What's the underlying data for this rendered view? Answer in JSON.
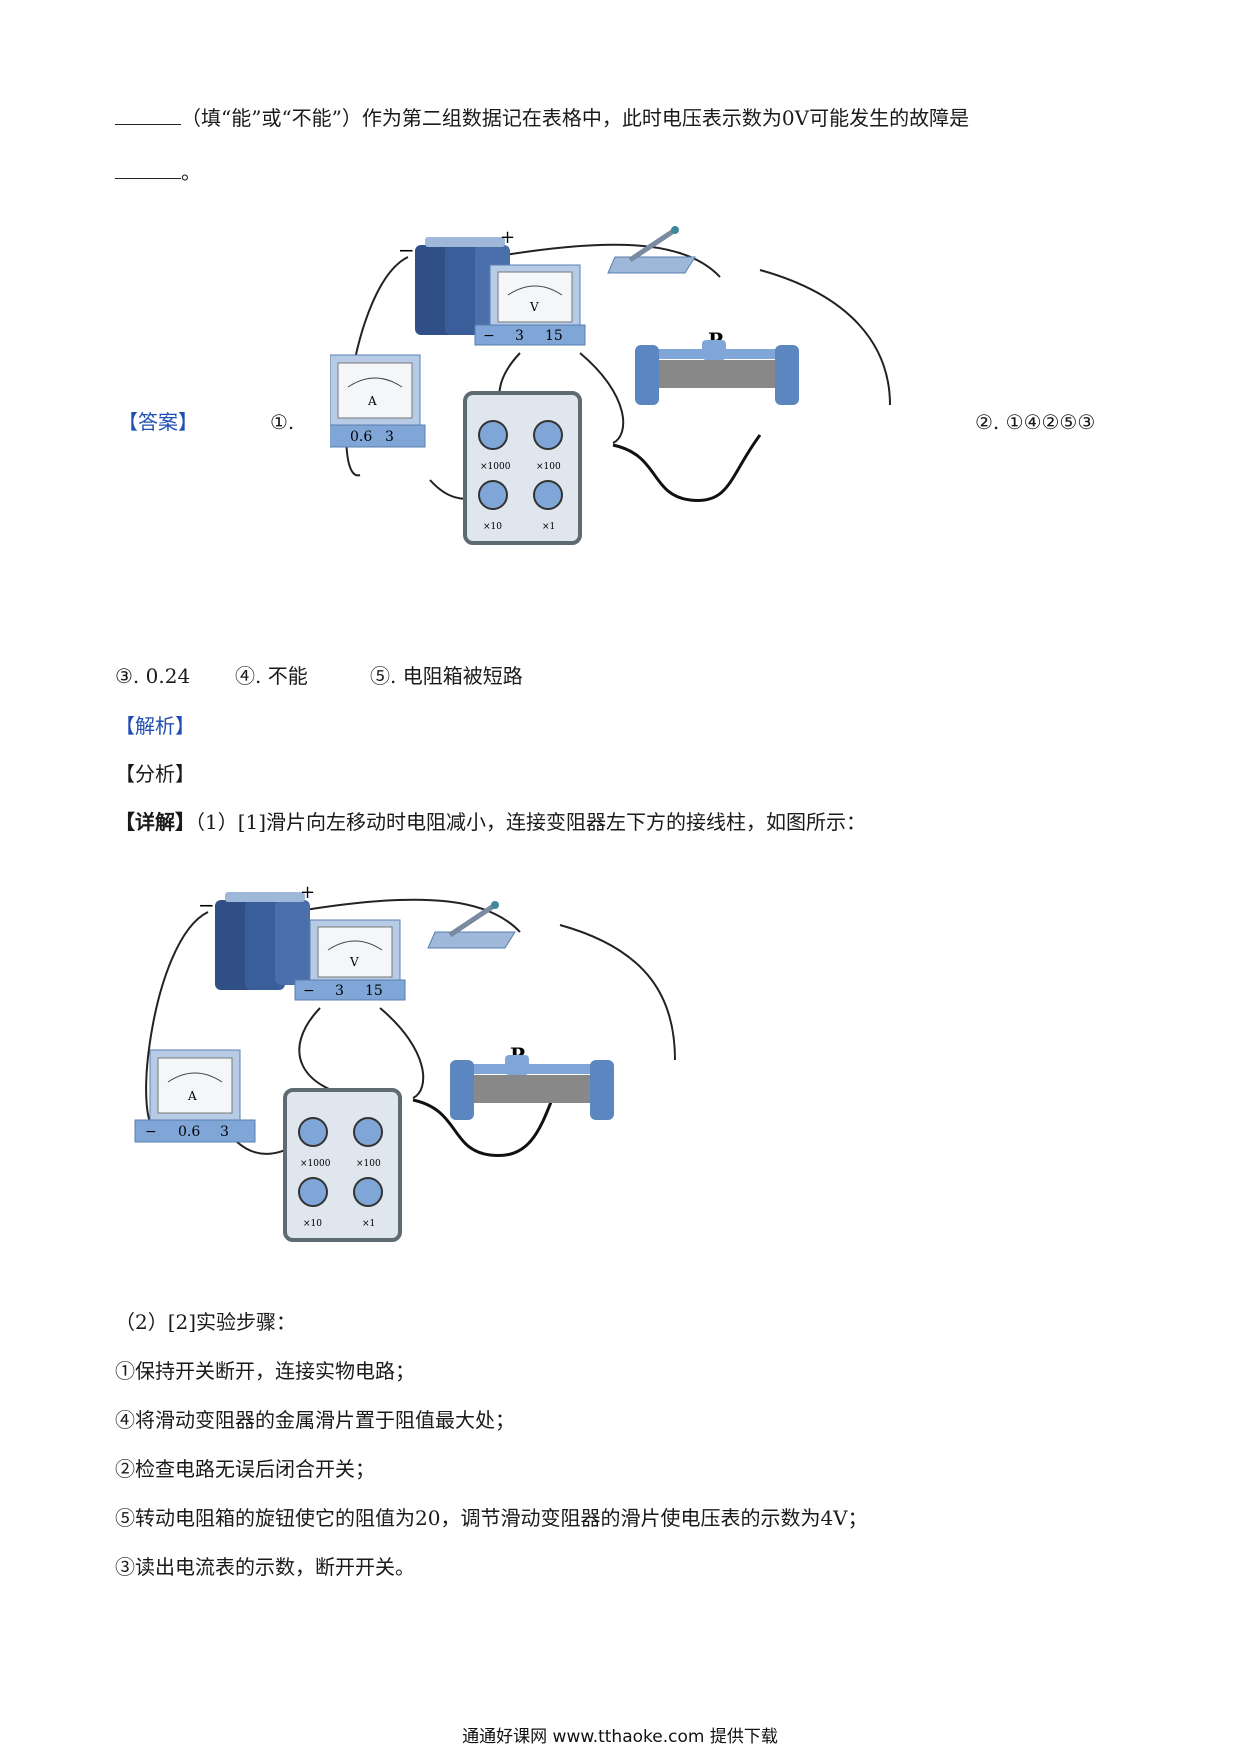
{
  "intro": {
    "line1_text": "（填“能”或“不能”）作为第二组数据记在表格中，此时电压表示数为0V可能发生的故障是",
    "line2_end": "。"
  },
  "answer": {
    "label": "【答案】",
    "item1_marker": "①.",
    "item2": "②. ①④②⑤③",
    "item3": "③. 0.24",
    "item4": "④. 不能",
    "item5": "⑤. 电阻箱被短路"
  },
  "analysis": {
    "label": "【解析】",
    "fenxi": "【分析】",
    "detail_label": "【详解】",
    "detail_text": "（1）[1]滑片向左移动时电阻减小，连接变阻器左下方的接线柱，如图所示："
  },
  "figure": {
    "battery_minus": "−",
    "battery_plus": "+",
    "voltmeter_symbol": "V",
    "voltmeter_terminals": [
      "−",
      "3",
      "15"
    ],
    "ammeter_symbol": "A",
    "ammeter_terminals": [
      "−",
      "0.6",
      "3"
    ],
    "rheostat_label": "P",
    "resistance_box_multipliers": [
      "×1000",
      "×100",
      "×10",
      "×1"
    ]
  },
  "steps": {
    "header": "（2）[2]实验步骤：",
    "items": [
      "①保持开关断开，连接实物电路；",
      "④将滑动变阻器的金属滑片置于阻值最大处；",
      "②检查电路无误后闭合开关；",
      "⑤转动电阻箱的旋钮使它的阻值为20，调节滑动变阻器的滑片使电压表的示数为4V；",
      "③读出电流表的示数，断开开关。"
    ]
  },
  "footer": {
    "text": "通通好课网  www.tthaoke.com  提供下载"
  },
  "colors": {
    "label_blue": "#1f4fb3",
    "device_blue": "#7fa6d6",
    "battery_blue": "#2f4f86"
  }
}
